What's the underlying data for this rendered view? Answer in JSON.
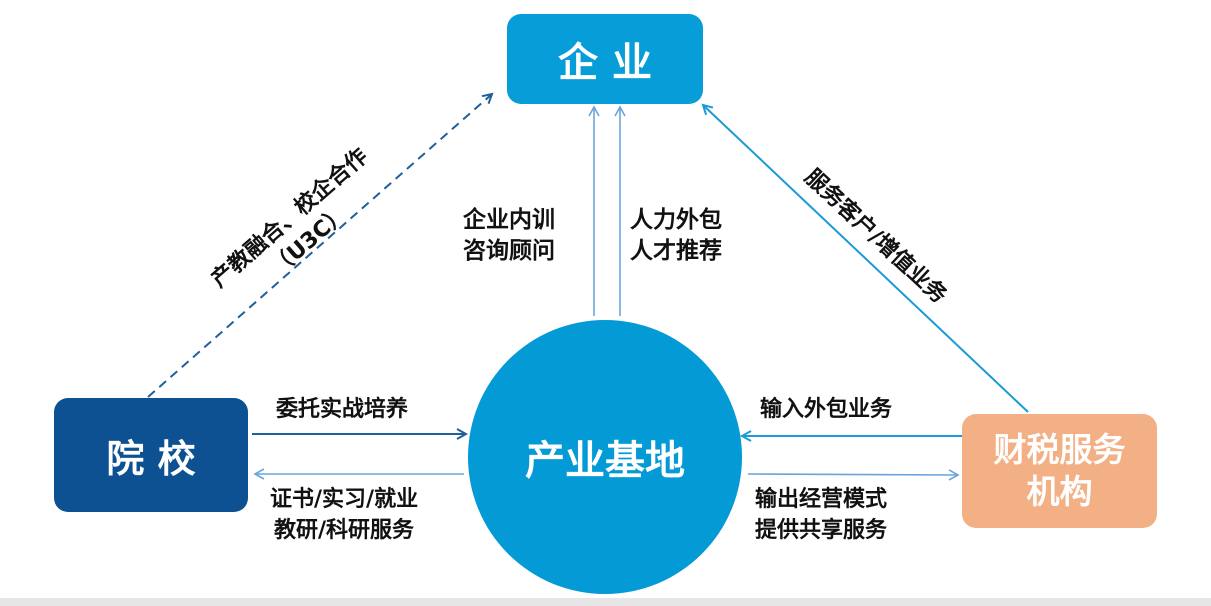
{
  "nodes": {
    "enterprise": "企 业",
    "school": "院 校",
    "base": "产业基地",
    "tax_service": [
      "财税服务",
      "机构"
    ]
  },
  "edges": {
    "school_to_enterprise": [
      "产教融合、校企合作",
      "（U3C）"
    ],
    "base_to_enterprise_left": [
      "企业内训",
      "咨询顾问"
    ],
    "base_to_enterprise_right": [
      "人力外包",
      "人才推荐"
    ],
    "tax_to_enterprise": "服务客户/增值业务",
    "school_to_base": "委托实战培养",
    "base_to_school": [
      "证书/实习/就业",
      "教研/科研服务"
    ],
    "tax_to_base": "输入外包业务",
    "base_to_tax": [
      "输出经营模式",
      "提供共享服务"
    ]
  },
  "colors": {
    "enterprise": "#079dd9",
    "school": "#0d5193",
    "base": "#039ad6",
    "tax_service": "#f2b084",
    "dark_arrow": "#1f5f9a",
    "light_arrow": "#6aa5d9",
    "mid_arrow": "#1a9ad6"
  }
}
